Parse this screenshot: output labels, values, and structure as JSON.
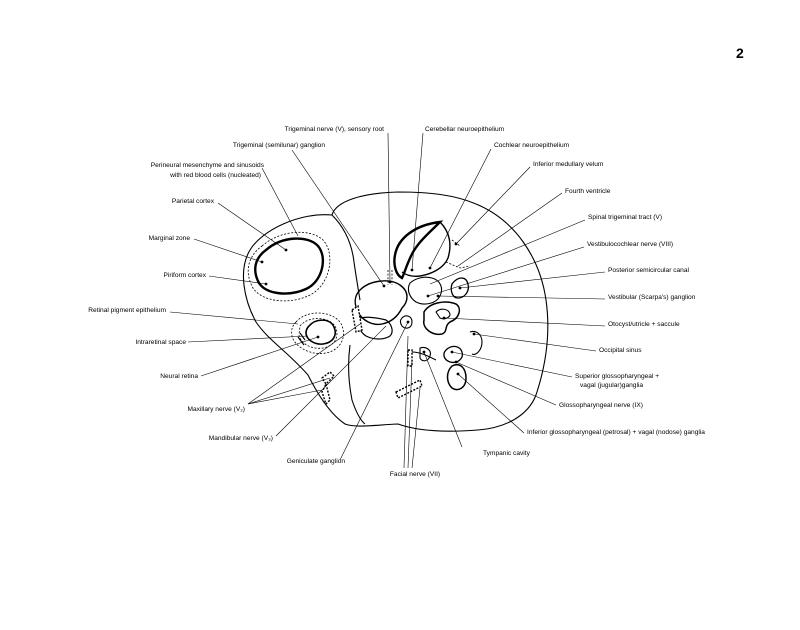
{
  "page_number": "2",
  "labels": {
    "trigeminal_sensory_root": "Trigeminal nerve (V), sensory root",
    "trigeminal_ganglion": "Trigeminal (semilunar) ganglion",
    "perineural_line1": "Perineural mesenchyme and sinusoids",
    "perineural_line2": "with red blood cells (nucleated)",
    "parietal_cortex": "Parietal cortex",
    "marginal_zone": "Marginal zone",
    "piriform_cortex": "Piriform cortex",
    "retinal_pigment": "Retinal pigment epithelium",
    "intraretinal_space": "Intraretinal space",
    "neural_retina": "Neural retina",
    "maxillary_nerve": "Maxillary nerve (V₂)",
    "mandibular_nerve": "Mandibular nerve (V₃)",
    "geniculate_ganglion": "Geniculate ganglion",
    "facial_nerve": "Facial nerve (VII)",
    "tympanic_cavity": "Tympanic cavity",
    "cerebellar_neuro": "Cerebellar neuroepithelium",
    "cochlear_neuro": "Cochlear neuroepithelium",
    "inferior_medullary": "Inferior medullary velum",
    "fourth_ventricle": "Fourth ventricle",
    "spinal_trigeminal": "Spinal trigeminal tract (V)",
    "vestibulocochlear": "Vestibulocochlear nerve (VIII)",
    "posterior_semicircular": "Posterior semicircular canal",
    "vestibular_ganglion": "Vestibular (Scarpa's) ganglion",
    "otocyst": "Otocyst/utricle + saccule",
    "occipital_sinus": "Occipital sinus",
    "superior_gloss_line1": "Superior glossopharyngeal +",
    "superior_gloss_line2": "vagal (jugular)ganglia",
    "glossopharyngeal": "Glossopharyngeal nerve (IX)",
    "inferior_gloss": "Inferior glossopharyngeal (petrosal) + vagal (nodose) ganglia"
  }
}
